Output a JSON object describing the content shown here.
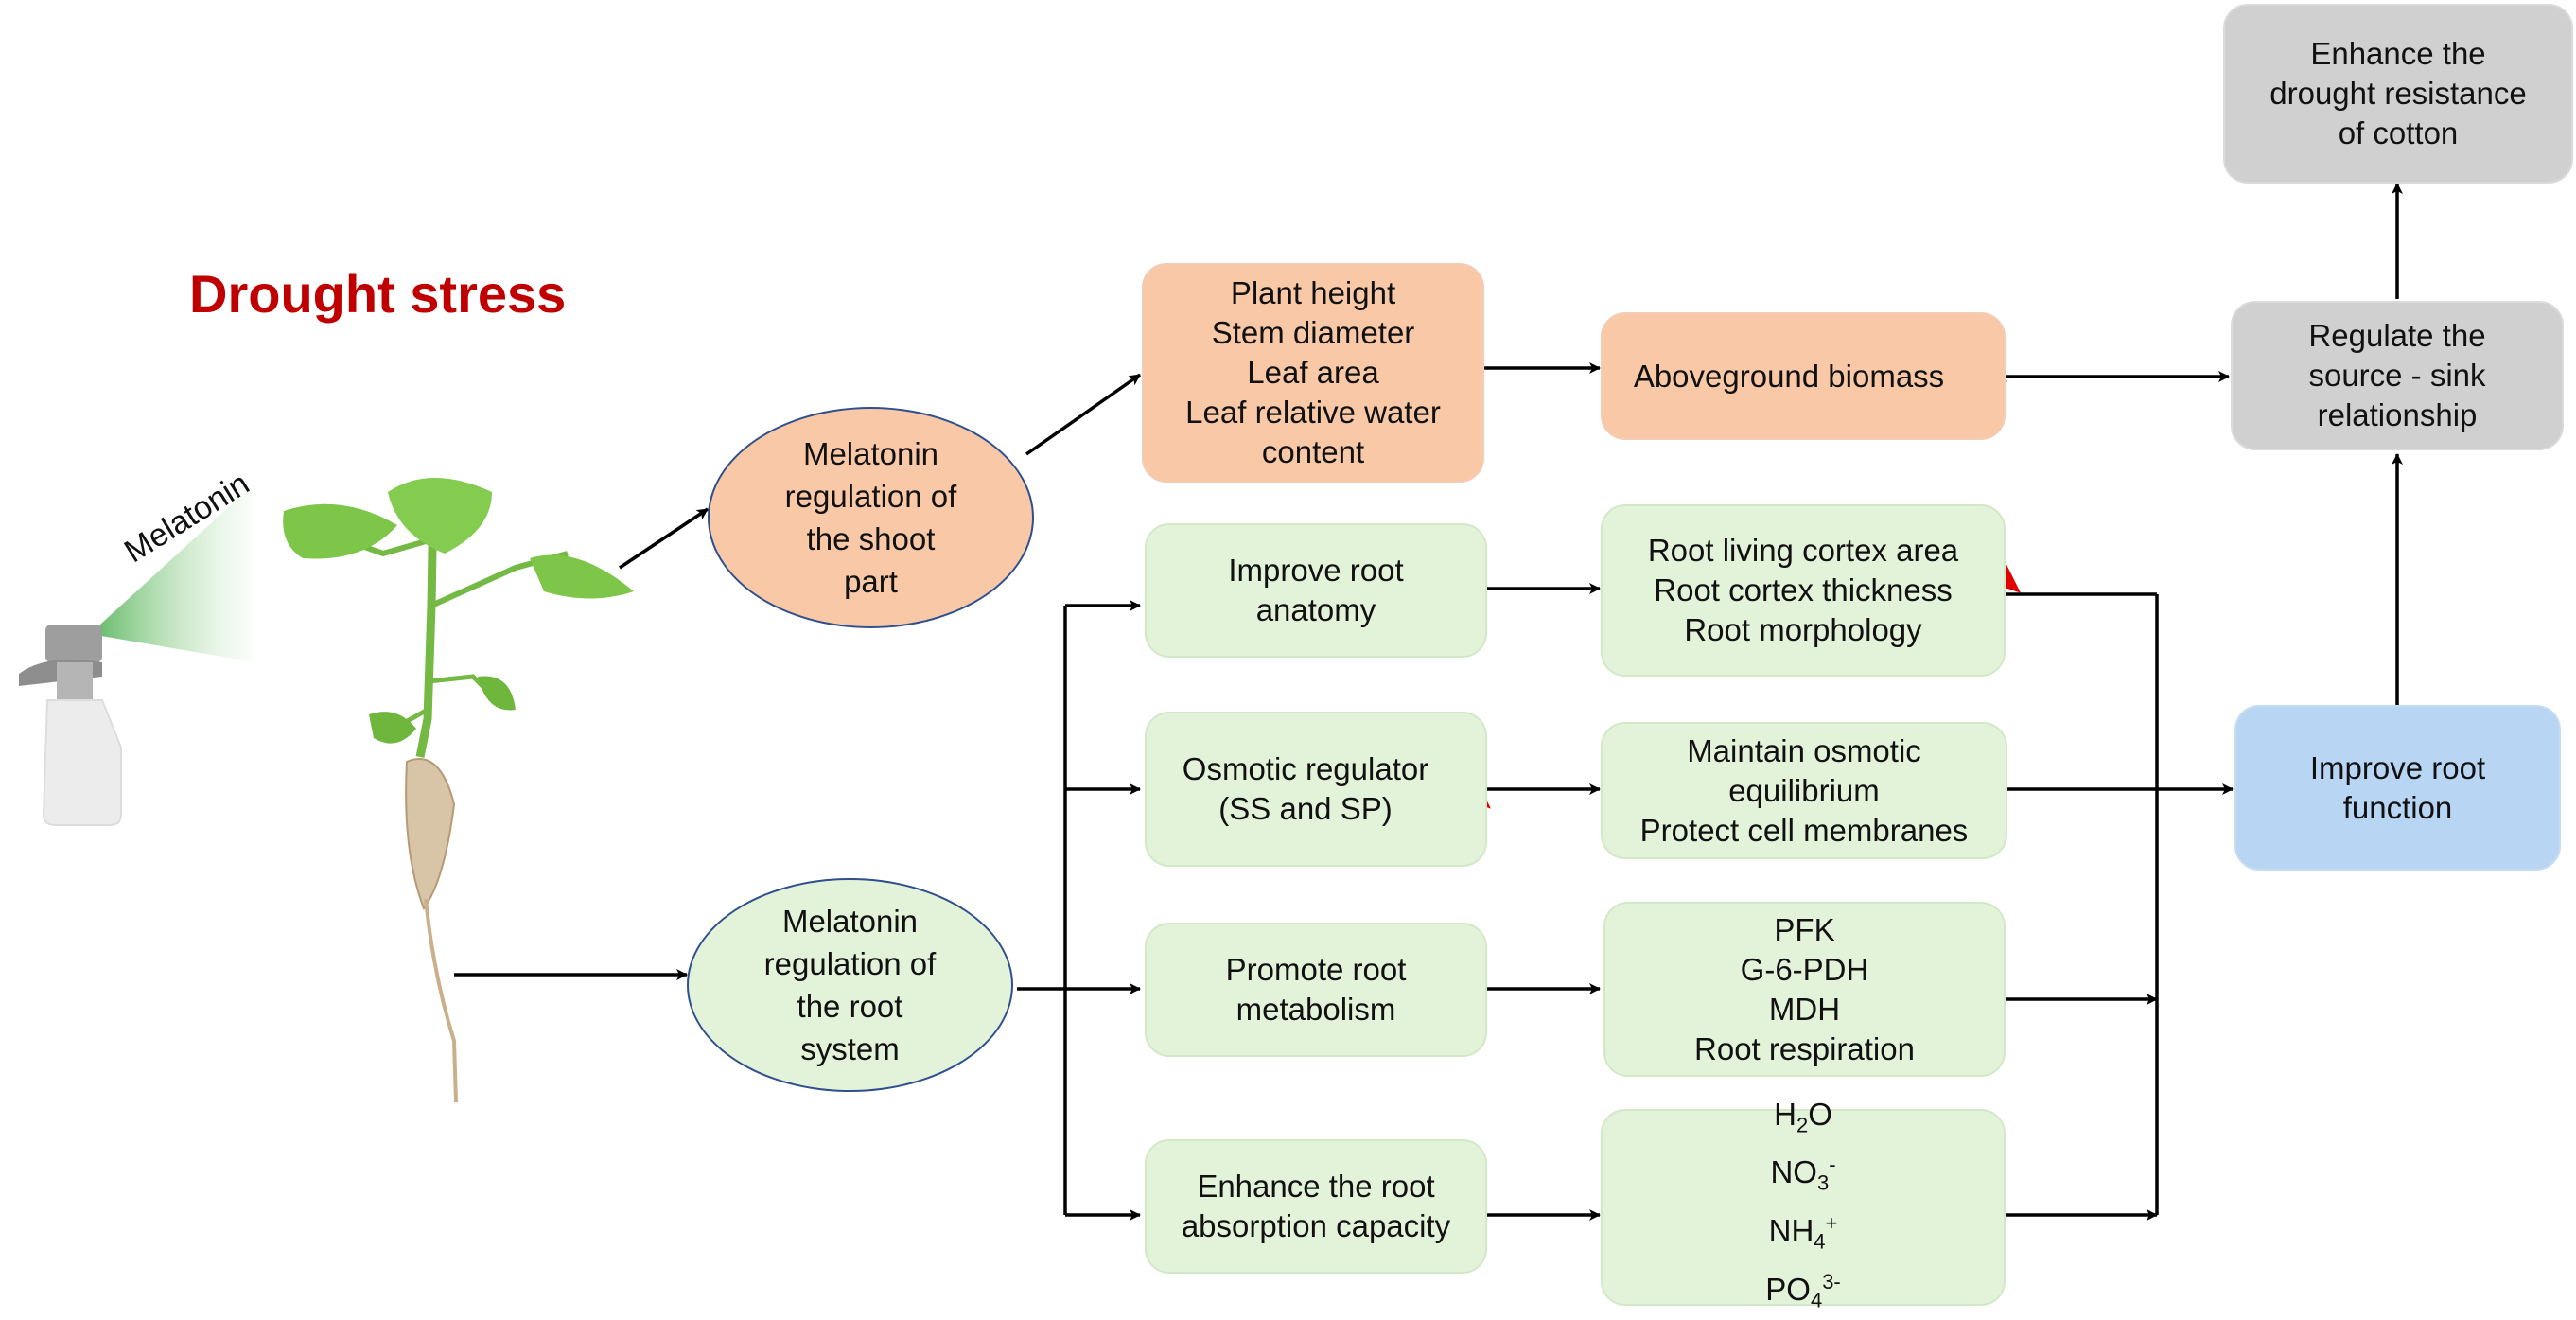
{
  "title": "Drought stress",
  "spray_label": "Melatonin",
  "shoot_ellipse": [
    "Melatonin",
    "regulation of",
    "the shoot",
    "part"
  ],
  "root_ellipse": [
    "Melatonin",
    "regulation of",
    "the root",
    "system"
  ],
  "shoot_traits": [
    "Plant height",
    "Stem diameter",
    "Leaf area",
    "Leaf relative water",
    "content"
  ],
  "aboveground": "Aboveground biomass",
  "left_boxes": [
    [
      "Improve root",
      "anatomy"
    ],
    [
      "Osmotic regulator",
      "(SS and SP)"
    ],
    [
      "Promote root",
      "metabolism"
    ],
    [
      "Enhance the root",
      "absorption capacity"
    ]
  ],
  "anatomy_results": [
    "Root living cortex area",
    "Root cortex thickness",
    "Root morphology"
  ],
  "osmotic_results": [
    "Maintain osmotic",
    "equilibrium",
    "Protect cell membranes"
  ],
  "metabolism_results": [
    "PFK",
    "G-6-PDH",
    "MDH",
    "Root respiration"
  ],
  "absorption_results": {
    "h2o": {
      "base": "H",
      "sub": "2",
      "tail": "O"
    },
    "no3": {
      "base": "NO",
      "sub": "3",
      "sup": "-"
    },
    "nh4": {
      "base": "NH",
      "sub": "4",
      "sup": "+"
    },
    "po4": {
      "base": "PO",
      "sub": "4",
      "sup": "3-"
    }
  },
  "root_function": [
    "Improve root",
    "function"
  ],
  "source_sink": [
    "Regulate the",
    "source - sink",
    "relationship"
  ],
  "final": [
    "Enhance the",
    "drought resistance",
    "of cotton"
  ],
  "colors": {
    "orange": "#f9c8a7",
    "green": "#e3f3da",
    "gray": "#d0d0d0",
    "blue": "#b9d5f4",
    "increase_arrow": "#e00000",
    "title": "#c00000"
  }
}
